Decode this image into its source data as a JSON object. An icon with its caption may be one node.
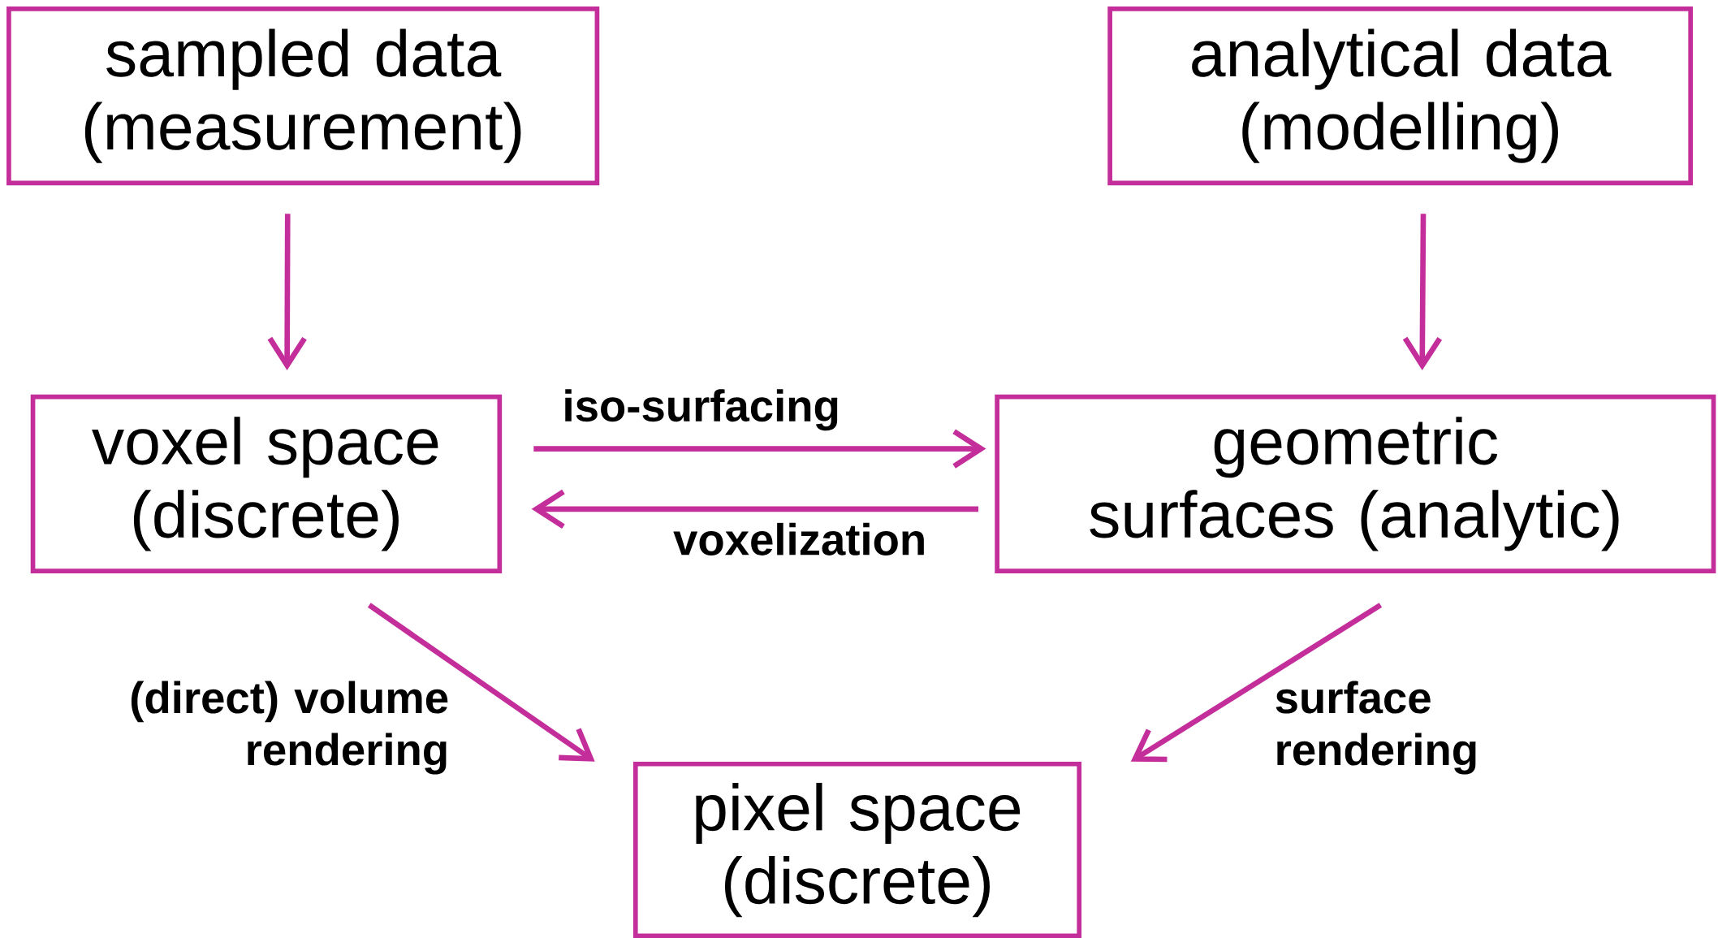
{
  "diagram": {
    "nodes": [
      {
        "text": [
          "sampled data (measurement)"
        ]
      },
      {
        "text": [
          "analytical data (modelling)"
        ]
      },
      {
        "text": [
          "voxel space (discrete)"
        ]
      },
      {
        "text": [
          "geometric surfaces (analytic)"
        ]
      },
      {
        "text": [
          "pixel space (discrete)"
        ]
      }
    ],
    "edges": [
      {
        "from": 0,
        "to": 2,
        "arrow": "to"
      },
      {
        "from": 1,
        "to": 3,
        "arrow": "to"
      },
      {
        "from": 2,
        "to": 3,
        "arrow": "to",
        "label": "iso-surfacing"
      },
      {
        "from": 3,
        "to": 2,
        "arrow": "to",
        "label": "voxelization"
      },
      {
        "from": 2,
        "to": 4,
        "arrow": "to",
        "label": "(direct) volume rendering"
      },
      {
        "from": 3,
        "to": 4,
        "arrow": "to",
        "label": "surface rendering"
      }
    ]
  }
}
